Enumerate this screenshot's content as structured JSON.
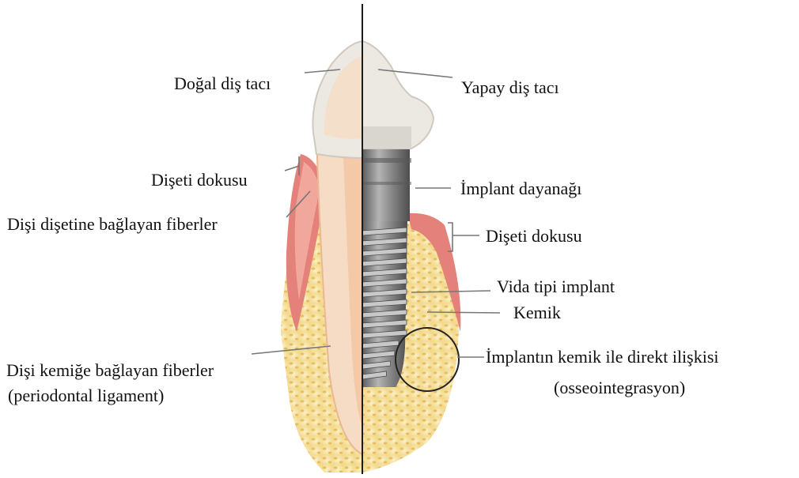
{
  "labels": {
    "natural_crown": "Doğal diş tacı",
    "artificial_crown": "Yapay diş tacı",
    "gum_tissue_left": "Dişeti dokusu",
    "fibers_gum": "Dişi dişetine bağlayan fiberler",
    "fibers_bone_line1": "Dişi kemiğe bağlayan fiberler",
    "fibers_bone_line2": "(periodontal ligament)",
    "implant_abutment": "İmplant dayanağı",
    "gum_tissue_right": "Dişeti dokusu",
    "screw_implant": "Vida tipi implant",
    "bone": "Kemik",
    "osseo_line1": "İmplantın kemik ile direkt ilişkisi",
    "osseo_line2": "(osseointegrasyon)"
  },
  "colors": {
    "enamel": "#ece8e2",
    "dentin": "#f6dcc4",
    "pulp": "#f3c9a8",
    "gum": "#e3817a",
    "bone": "#f6e4a8",
    "implant": "#8c8c8c",
    "divider": "#1a1a1a",
    "leader": "#777777"
  }
}
